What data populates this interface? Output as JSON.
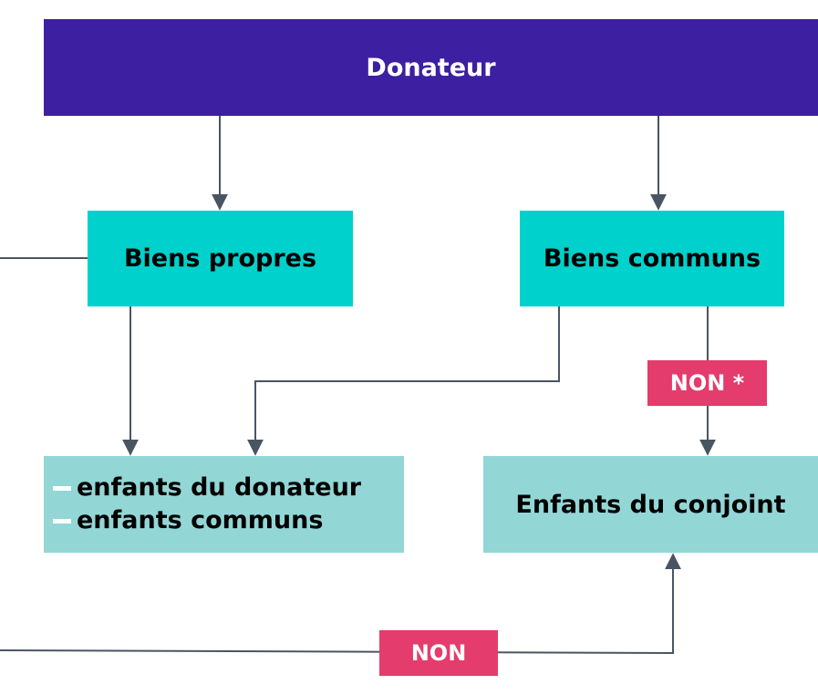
{
  "colors": {
    "header": "#3d1fa1",
    "teal": "#00d1cc",
    "light_teal": "#93d6d6",
    "tag": "#e43c6c",
    "line": "#4a5563"
  },
  "top_node": {
    "label": "Donateur"
  },
  "middle_nodes": {
    "biens_propres": "Biens propres",
    "biens_communs": "Biens communs"
  },
  "bottom_nodes": {
    "left_items": [
      "enfants du donateur",
      "enfants communs"
    ],
    "right_label": "Enfants du conjoint"
  },
  "tags": {
    "non_star": "NON *",
    "non": "NON"
  }
}
